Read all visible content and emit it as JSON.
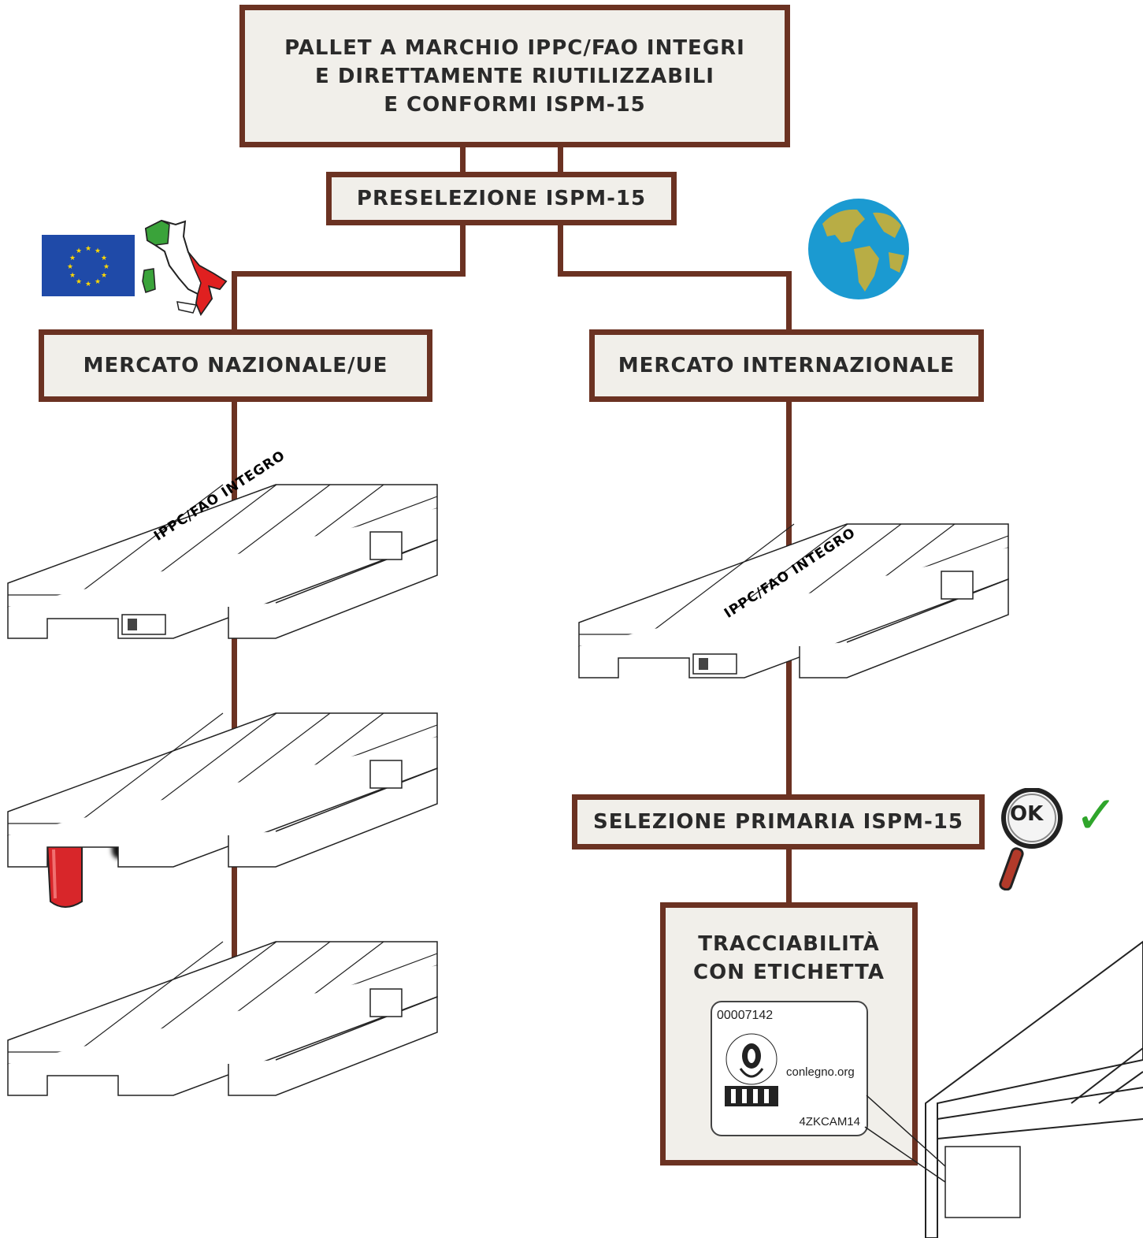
{
  "top_box": {
    "line1": "PALLET A MARCHIO IPPC/FAO INTEGRI",
    "line2": "E DIRETTAMENTE RIUTILIZZABILI",
    "line3": "E CONFORMI ISPM-15"
  },
  "preselection": "PRESELEZIONE ISPM-15",
  "national_market": "MERCATO NAZIONALE/UE",
  "international_market": "MERCATO INTERNAZIONALE",
  "pallet_mark_text": "IPPC/FAO INTEGRO",
  "primary_selection": "SELEZIONE PRIMARIA ISPM-15",
  "ok_text": "OK",
  "check_mark": "✓",
  "traceability": {
    "line1": "TRACCIABILITÀ",
    "line2": "CON ETICHETTA"
  },
  "label": {
    "serial": "00007142",
    "site": "conlegno.org",
    "code": "4ZKCAM14"
  },
  "colors": {
    "border": "#6b3222",
    "box_fill": "#f1efea",
    "check": "#2fa52b",
    "eu_blue": "#1f4aa8",
    "globe_ocean": "#1b9ad1",
    "globe_land": "#b8ad45"
  },
  "icons": [
    "eu-flag-icon",
    "italy-map-icon",
    "globe-icon",
    "magnifier-icon",
    "spray-can-icon",
    "check-icon"
  ]
}
